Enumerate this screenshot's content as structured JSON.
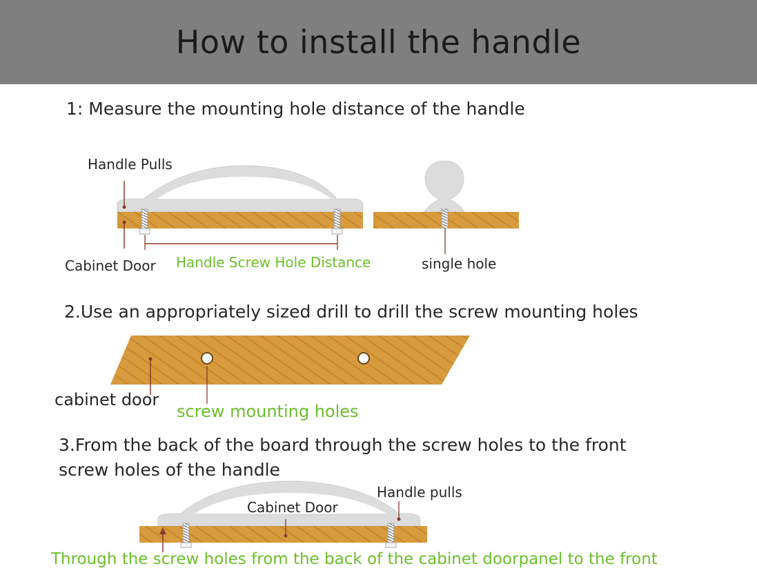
{
  "header": {
    "title": "How to install the handle"
  },
  "step1": {
    "heading": "1: Measure the mounting hole distance of the handle",
    "label_handle_pulls": "Handle Pulls",
    "label_cabinet_door": "Cabinet Door",
    "label_distance": "Handle Screw Hole Distance",
    "label_single_hole": "single hole"
  },
  "step2": {
    "heading": "2.Use an appropriately sized drill to drill the screw mounting holes",
    "label_cabinet_door": "cabinet door",
    "label_holes": "screw mounting holes"
  },
  "step3": {
    "heading_line1": "3.From the back of the board through the screw holes to the front",
    "heading_line2": "screw holes of the handle",
    "label_handle_pulls": "Handle pulls",
    "label_cabinet_door": "Cabinet Door",
    "caption": "Through the screw holes from the back of the cabinet doorpanel to the front"
  },
  "colors": {
    "header_bg": "#7f7f7f",
    "wood": "#d79a3c",
    "wood_stripe": "#b87a24",
    "handle": "#d9d9d9",
    "accent_green": "#6bbf2a",
    "pointer": "#8a3a2a"
  }
}
